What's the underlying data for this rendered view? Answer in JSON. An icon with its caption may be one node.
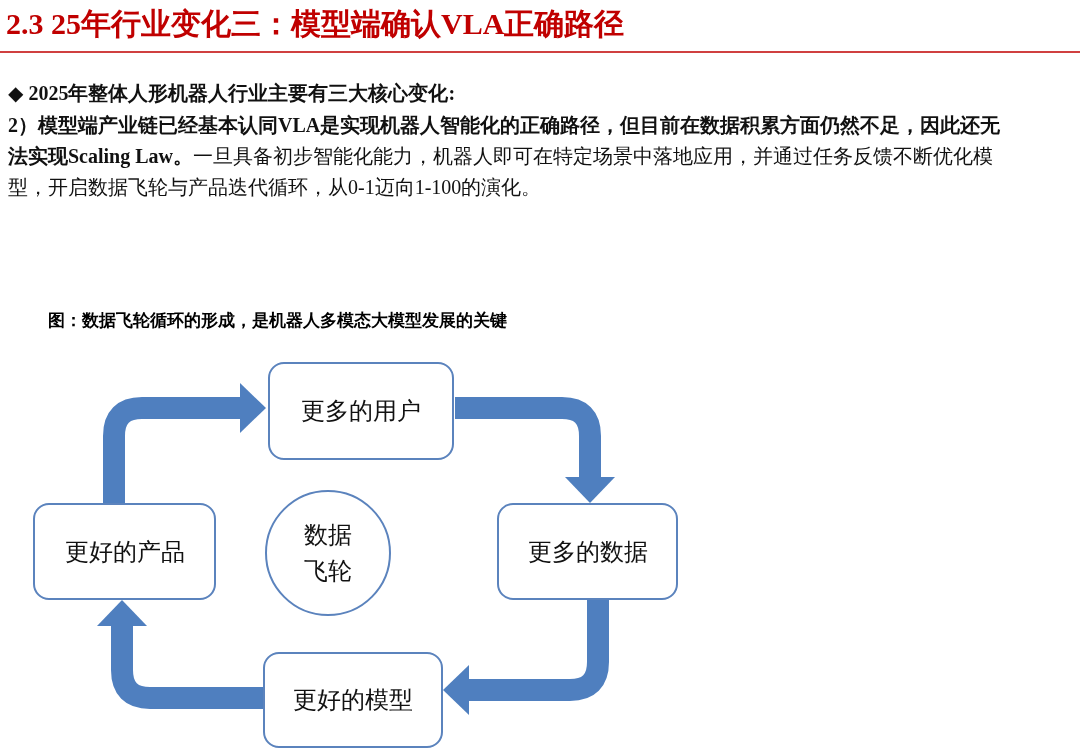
{
  "diagram": {
    "title": "2.3 25年行业变化三：模型端确认VLA正确路径",
    "caption": "图：数据飞轮循环的形成，是机器人多模态大模型发展的关键",
    "labels": [
      "◆ 2025年整体人形机器人行业主要有三大核心变化:",
      "**2）模型端产业链已经基本认同VLA是实现机器人智能化的正确路径，但目前在数据积累方面仍然不足，因此还无法实现Scaling Law。**一旦具备初步智能化能力，机器人即可在特定场景中落地应用，并通过任务反馈不断优化模型，开启数据飞轮与产品迭代循环，从0-1迈向1-100的演化。"
    ],
    "nodes": [
      {
        "text": [
          "更多的用户"
        ]
      },
      {
        "text": [
          "更好的产品"
        ]
      },
      {
        "text": [
          "数据飞轮"
        ]
      },
      {
        "text": [
          "更多的数据"
        ]
      },
      {
        "text": [
          "更好的模型"
        ]
      }
    ],
    "edges": [
      {
        "from": 1,
        "to": 0,
        "arrow": "to"
      },
      {
        "from": 0,
        "to": 3,
        "arrow": "to"
      },
      {
        "from": 3,
        "to": 4,
        "arrow": "to"
      },
      {
        "from": 4,
        "to": 1,
        "arrow": "to"
      }
    ]
  }
}
